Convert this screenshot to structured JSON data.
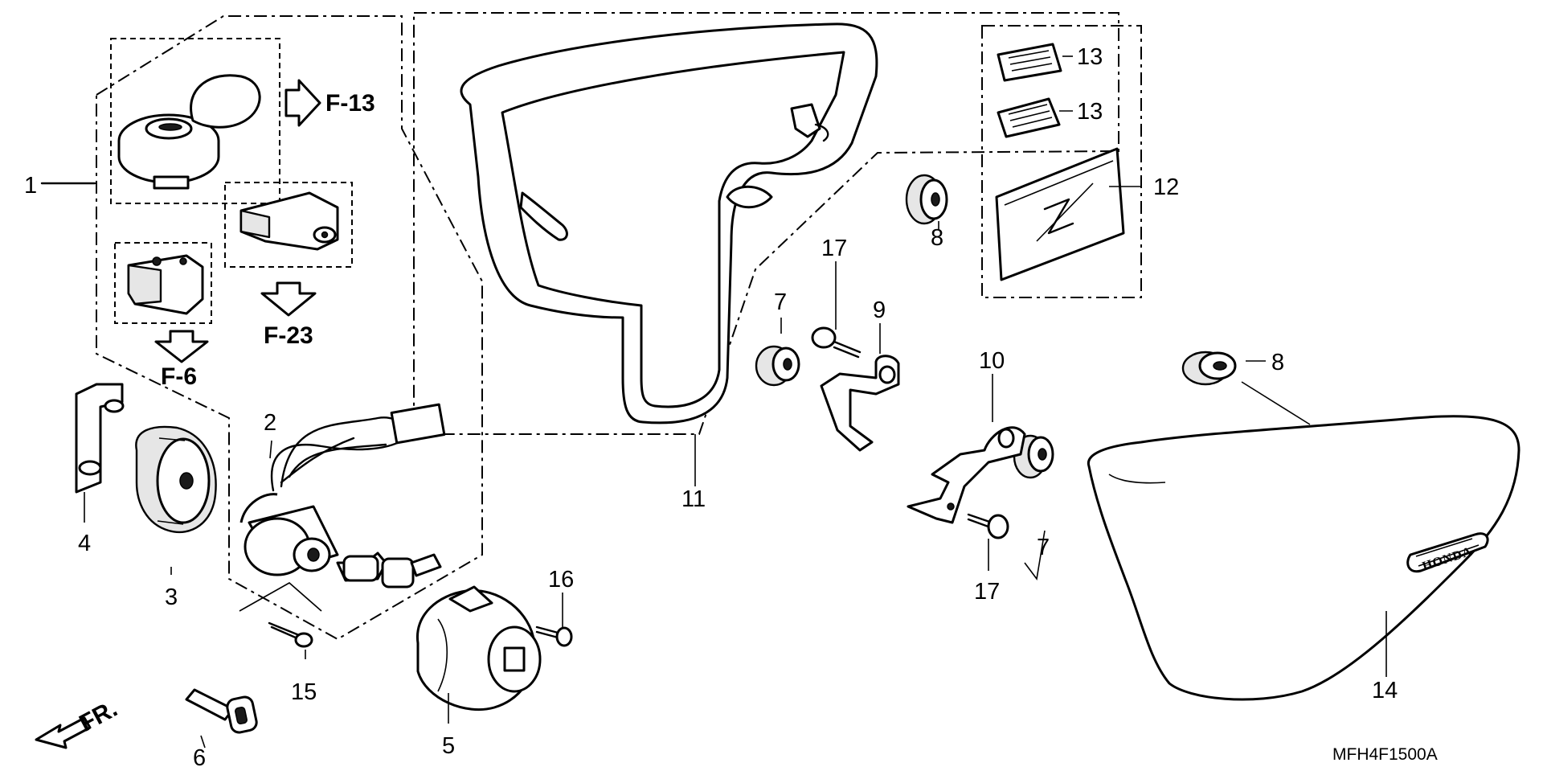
{
  "callouts": {
    "p1": "1",
    "p2": "2",
    "p3": "3",
    "p4": "4",
    "p5": "5",
    "p6": "6",
    "p7a": "7",
    "p7b": "7",
    "p8a": "8",
    "p8b": "8",
    "p9": "9",
    "p10": "10",
    "p11": "11",
    "p12": "12",
    "p13a": "13",
    "p13b": "13",
    "p14": "14",
    "p15": "15",
    "p16": "16",
    "p17a": "17",
    "p17b": "17"
  },
  "references": {
    "f13": "F-13",
    "f23": "F-23",
    "f6": "F-6"
  },
  "front_marker": "FR.",
  "emblem_text": "HONDA",
  "diagram_code": "MFH4F1500A"
}
